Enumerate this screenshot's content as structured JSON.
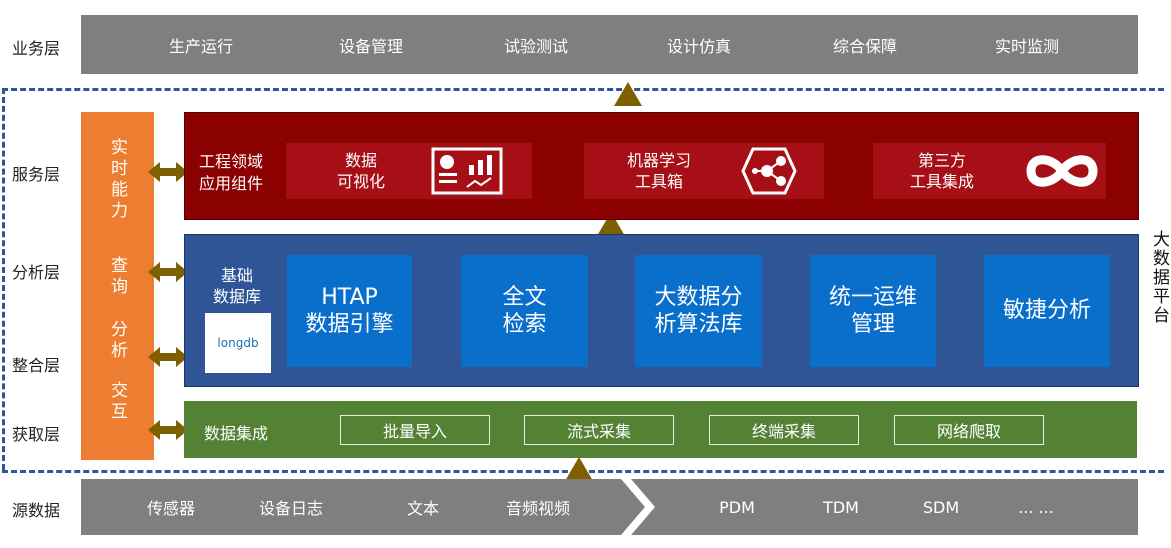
{
  "layers": {
    "business": "业务层",
    "service": "服务层",
    "analysis": "分析层",
    "integration": "整合层",
    "acquisition": "获取层",
    "source": "源数据"
  },
  "business_items": [
    "生产运行",
    "设备管理",
    "试验测试",
    "设计仿真",
    "综合保障",
    "实时监测"
  ],
  "platform_label": "大数据平台",
  "realtime": {
    "title": "实时能力",
    "items": [
      "查询",
      "分析",
      "交互"
    ]
  },
  "service": {
    "title_line1": "工程领域",
    "title_line2": "应用组件",
    "cards": [
      {
        "line1": "数据",
        "line2": "可视化",
        "icon": "dashboard-chart-icon"
      },
      {
        "line1": "机器学习",
        "line2": "工具箱",
        "icon": "network-nodes-icon"
      },
      {
        "line1": "第三方",
        "line2": "工具集成",
        "icon": "infinity-icon"
      }
    ]
  },
  "analysis": {
    "db_line1": "基础",
    "db_line2": "数据库",
    "logo_text": "longdb",
    "cards": [
      {
        "line1": "HTAP",
        "line2": "数据引擎"
      },
      {
        "line1": "全文",
        "line2": "检索"
      },
      {
        "line1": "大数据分",
        "line2": "析算法库"
      },
      {
        "line1": "统一运维",
        "line2": "管理"
      },
      {
        "line1": "敏捷分析",
        "line2": ""
      }
    ]
  },
  "acquisition": {
    "title": "数据集成",
    "items": [
      "批量导入",
      "流式采集",
      "终端采集",
      "网络爬取"
    ]
  },
  "source_items_left": [
    "传感器",
    "设备日志",
    "文本",
    "音频视频"
  ],
  "source_items_right": [
    "PDM",
    "TDM",
    "SDM",
    "... ..."
  ],
  "colors": {
    "gray": "#7f7f7f",
    "orange": "#ed7d31",
    "dark_red": "#8b0000",
    "blue_panel": "#2f5597",
    "blue_card": "#0a6ecb",
    "green": "#548235",
    "arrow": "#7f6000"
  }
}
